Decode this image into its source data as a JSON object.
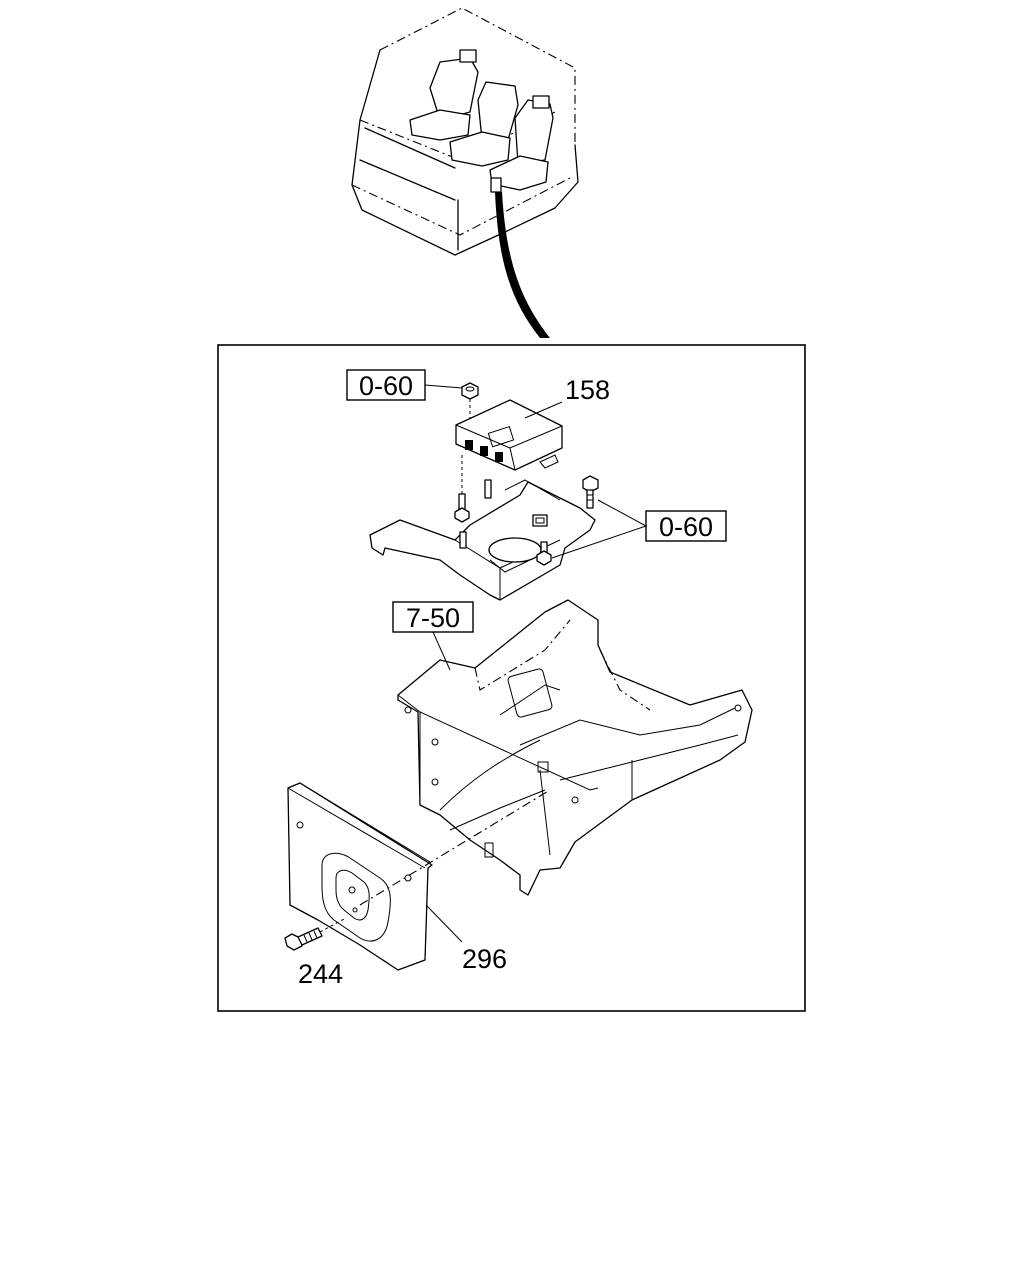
{
  "callouts": {
    "ref_top": "0-60",
    "part_ecu": "158",
    "ref_right": "0-60",
    "ref_frame": "7-50",
    "part_plate": "296",
    "part_bolt": "244"
  }
}
